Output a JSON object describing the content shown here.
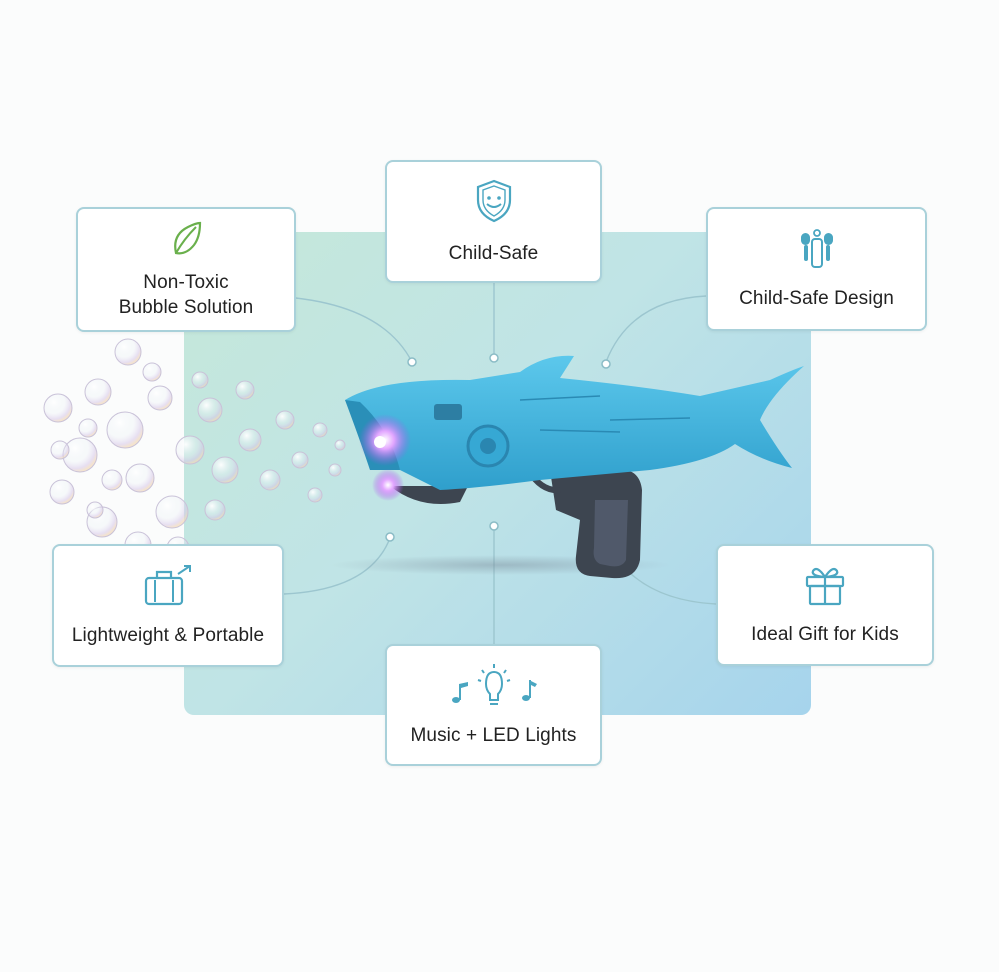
{
  "features": {
    "non_toxic": {
      "label": "Non-Toxic\nBubble Solution",
      "icon": "leaf-icon"
    },
    "child_safe": {
      "label": "Child-Safe",
      "icon": "shield-smile-icon"
    },
    "child_safe_design": {
      "label": "Child-Safe Design",
      "icon": "earbuds-icon"
    },
    "lightweight": {
      "label": "Lightweight & Portable",
      "icon": "suitcase-icon"
    },
    "music_led": {
      "label": "Music + LED Lights",
      "icon": "lightbulb-music-icon"
    },
    "ideal_gift": {
      "label": "Ideal Gift for Kids",
      "icon": "gift-icon"
    }
  },
  "colors": {
    "card_border": "#a9d1da",
    "icon_teal": "#4aa6c1",
    "leaf_green": "#6ab04c",
    "shark_body": "#3cb4dc",
    "handle": "#3d4550",
    "led_purple": "#c05cf5"
  }
}
